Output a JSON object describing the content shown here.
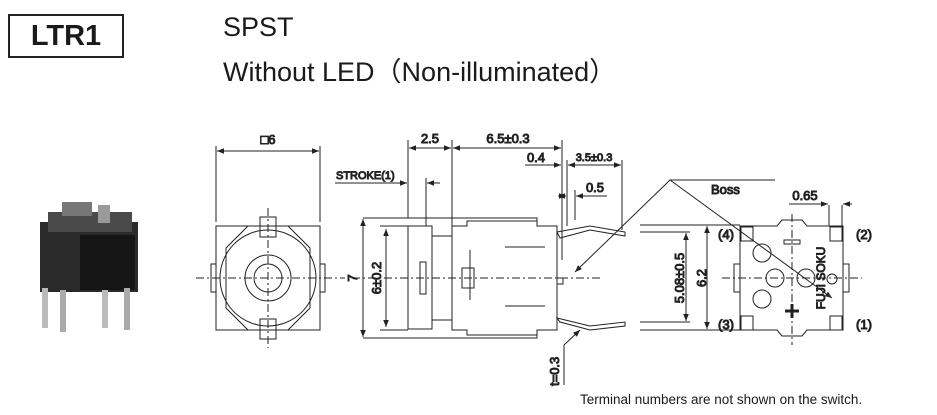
{
  "header": {
    "model": "LTR1",
    "type": "SPST",
    "subtitle": "Without LED（Non-illuminated）"
  },
  "front_view": {
    "width_dim": "□6"
  },
  "side_view": {
    "dim_2_5": "2.5",
    "dim_6_5": "6.5±0.3",
    "dim_0_4": "0.4",
    "dim_3_5": "3.5±0.3",
    "dim_0_5": "0.5",
    "stroke": "STROKE(1)",
    "height_outer": "7",
    "height_inner": "6±0.2",
    "thickness": "t=0.3",
    "boss": "Boss"
  },
  "bottom_view": {
    "dim_0_65": "0.65",
    "pitch": "5.08±0.5",
    "span": "6.2",
    "terminals": [
      "(1)",
      "(2)",
      "(3)",
      "(4)"
    ],
    "brand": "FUJI SOKU"
  },
  "note": "Terminal numbers are not shown on the switch."
}
